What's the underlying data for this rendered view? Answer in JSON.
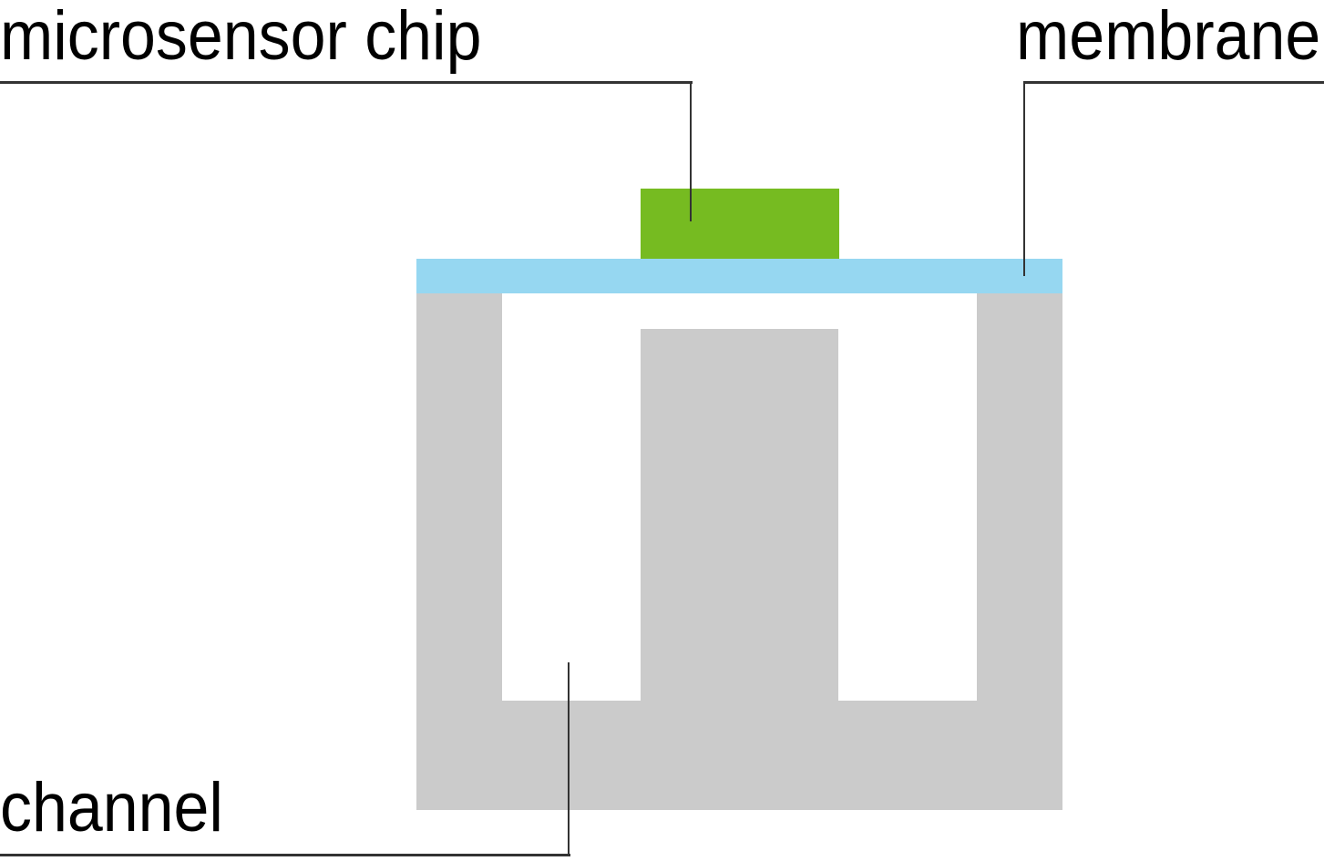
{
  "labels": {
    "chip": "microsensor chip",
    "membrane": "membrane",
    "channel": "channel"
  },
  "colors": {
    "chip_green": "#76BB21",
    "membrane_blue": "#96D7F1",
    "substrate_gray": "#CBCBCB",
    "channel_white": "#FFFFFF",
    "leader_line": "#333333",
    "label_text": "#000000",
    "background": "#FFFFFF"
  },
  "parts": [
    {
      "label": "microsensor chip",
      "color": "#76BB21"
    },
    {
      "label": "membrane",
      "color": "#96D7F1"
    },
    {
      "label": "channel",
      "color": "#FFFFFF"
    }
  ]
}
